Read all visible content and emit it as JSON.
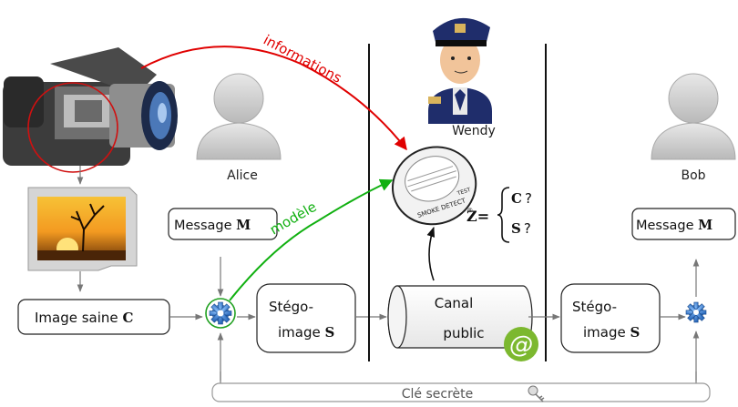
{
  "labels": {
    "informations": "informations",
    "modele": "modèle",
    "wendy": "Wendy",
    "alice": "Alice",
    "bob": "Bob"
  },
  "boxes": {
    "message_alice": {
      "text": "Message ",
      "symbol": "M"
    },
    "message_bob": {
      "text": "Message ",
      "symbol": "M"
    },
    "image_saine": {
      "text": "Image saine ",
      "symbol": "C"
    },
    "stego_alice": {
      "line1": "Stégo-",
      "line2": "image ",
      "symbol": "S"
    },
    "stego_bob": {
      "line1": "Stégo-",
      "line2": "image ",
      "symbol": "S"
    },
    "canal": {
      "line1": "Canal",
      "line2": "public"
    }
  },
  "decision": {
    "z": "Z",
    "equals": "=",
    "option1": "C",
    "option2": "S",
    "qmark": "?"
  },
  "key": {
    "label": "Clé secrète"
  },
  "detector": {
    "text": "SMOKE DETECT",
    "test": "TEST",
    "mark": "®"
  },
  "colors": {
    "informations_arrow": "#e00000",
    "modele_arrow": "#10b010",
    "camera_circle": "#d01010",
    "box_stroke": "#222222",
    "arrow_gray": "#777777",
    "gear": "#3a7fcf",
    "at_badge": "#7cb82f"
  },
  "icons": [
    "camera-icon",
    "image-file-icon",
    "user-silhouette-icon",
    "police-officer-icon",
    "smoke-detector-icon",
    "gear-icon",
    "key-icon",
    "at-badge-icon"
  ]
}
